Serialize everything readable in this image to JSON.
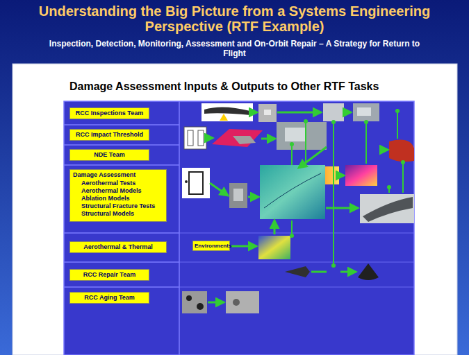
{
  "diagram": {
    "title": "Understanding the Big Picture from a Systems Engineering Perspective (RTF Example)",
    "nodes": [
      {
        "text": [
          "RCC Inspections Team"
        ]
      },
      {
        "text": [
          "RCC Impact Threshold"
        ]
      },
      {
        "text": [
          "NDE Team"
        ]
      },
      {
        "text": [
          "Damage Assessment",
          "Aerothermal Tests",
          "Aerothermal Models",
          "Ablation Models",
          "Structural Fracture Tests",
          "Structural Models"
        ]
      },
      {
        "text": [
          "Aerothermal & Thermal"
        ]
      },
      {
        "text": [
          "Environments"
        ]
      },
      {
        "text": [
          "RCC Repair Team"
        ]
      },
      {
        "text": [
          "RCC Aging Team"
        ]
      }
    ],
    "labels": [
      "Inspection, Detection, Monitoring, Assessment and On-Orbit Repair – A Strategy for Return to Flight",
      "Damage Assessment Inputs & Outputs to Other RTF Tasks"
    ]
  }
}
